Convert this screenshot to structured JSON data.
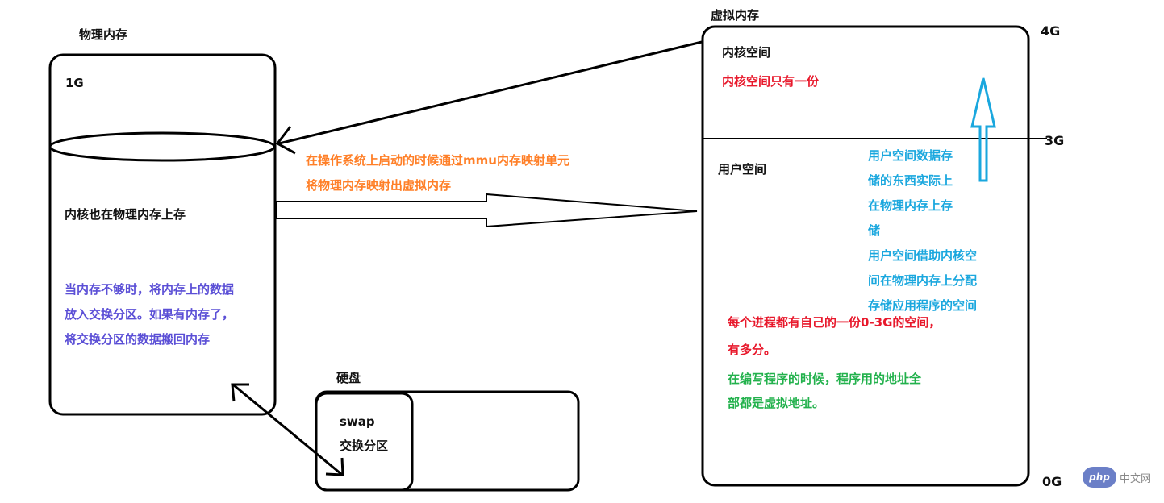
{
  "physical_memory": {
    "title": "物理内存",
    "size_label": "1G",
    "kernel_label": "内核也在物理内存上存",
    "swap_note": [
      "当内存不够时，将内存上的数据",
      "放入交换分区。如果有内存了，",
      "将交换分区的数据搬回内存"
    ]
  },
  "virtual_memory": {
    "title": "虚拟内存",
    "kernel_space_label": "内核空间",
    "kernel_space_note": "内核空间只有一份",
    "user_space_label": "用户空间",
    "user_space_note": [
      "用户空间数据存",
      "储的东西实际上",
      "在物理内存上存",
      "储",
      "用户空间借助内核空",
      "间在物理内存上分配",
      "存储应用程序的空间"
    ],
    "process_note": [
      "每个进程都有自己的一份0-3G的空间，",
      "有多分。"
    ],
    "address_note": [
      "在编写程序的时候，程序用的地址全",
      "部都是虚拟地址。"
    ],
    "scale": {
      "top": "4G",
      "middle": "3G",
      "bottom": "0G"
    }
  },
  "mmu_note": [
    "在操作系统上启动的时候通过mmu内存映射单元",
    "将物理内存映射出虚拟内存"
  ],
  "disk": {
    "title": "硬盘",
    "swap_label": "swap",
    "swap_cn_label": "交换分区"
  },
  "watermark": {
    "badge": "php",
    "text": "中文网"
  }
}
